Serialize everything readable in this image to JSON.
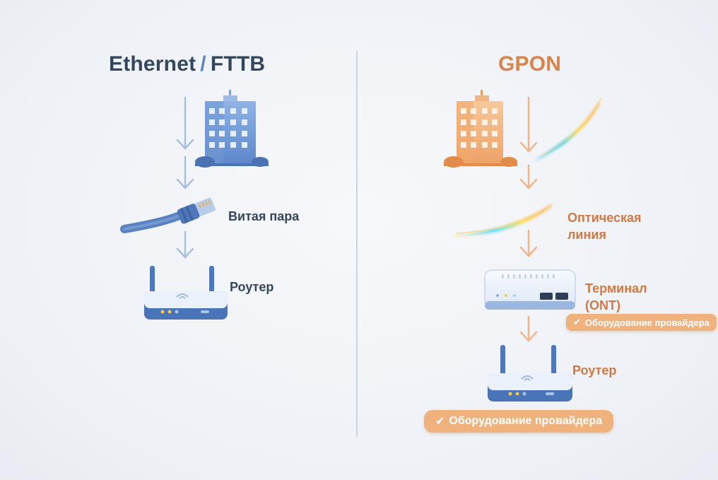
{
  "left": {
    "title_part1": "Ethernet",
    "title_sep": "/",
    "title_part2": "FTTB",
    "cable_label": "Витая пара",
    "router_label": "Роутер"
  },
  "right": {
    "title": "GPON",
    "optical_label_line1": "Оптическая",
    "optical_label_line2": "линия",
    "ont_label_line1": "Терминал",
    "ont_label_line2": "(ONT)",
    "ont_badge": "Оборудование провайдера",
    "router_label": "Роутер",
    "router_badge": "Оборудование провайдера"
  },
  "icons": {
    "check": "✔",
    "building_left": "building-icon",
    "building_right": "building-icon",
    "cable": "ethernet-cable-icon",
    "fiber": "optical-fiber-icon",
    "ont": "ont-terminal-icon",
    "router": "router-icon"
  },
  "colors": {
    "blue_accent": "#5d86c4",
    "orange_accent": "#d7844b",
    "badge_bg": "#f0b27c",
    "title_dark": "#34455e"
  }
}
